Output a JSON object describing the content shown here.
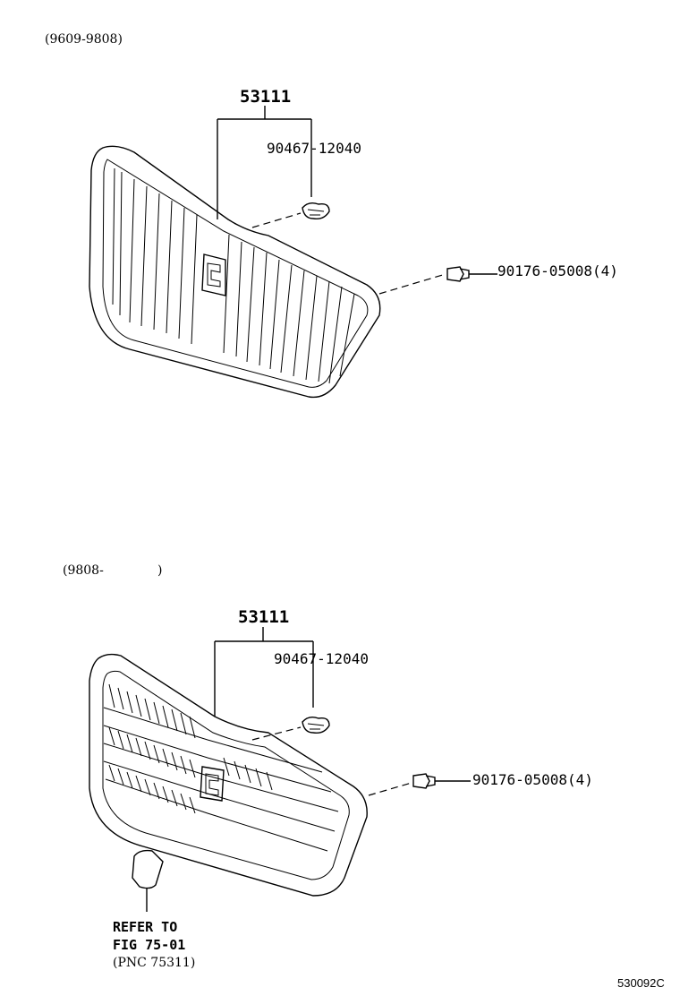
{
  "section1": {
    "date_range": "(9609-9808)",
    "grille_part": "53111",
    "emblem_part": "90467-12040",
    "clip_part": "90176-05008(4)"
  },
  "section2": {
    "date_range": "(9808-",
    "date_range_close": ")",
    "grille_part": "53111",
    "emblem_part": "90467-12040",
    "clip_part": "90176-05008(4)",
    "refer_line1": "REFER TO",
    "refer_line2": "FIG 75-01",
    "refer_line3": "(PNC 75311)"
  },
  "figure_code": "530092C"
}
